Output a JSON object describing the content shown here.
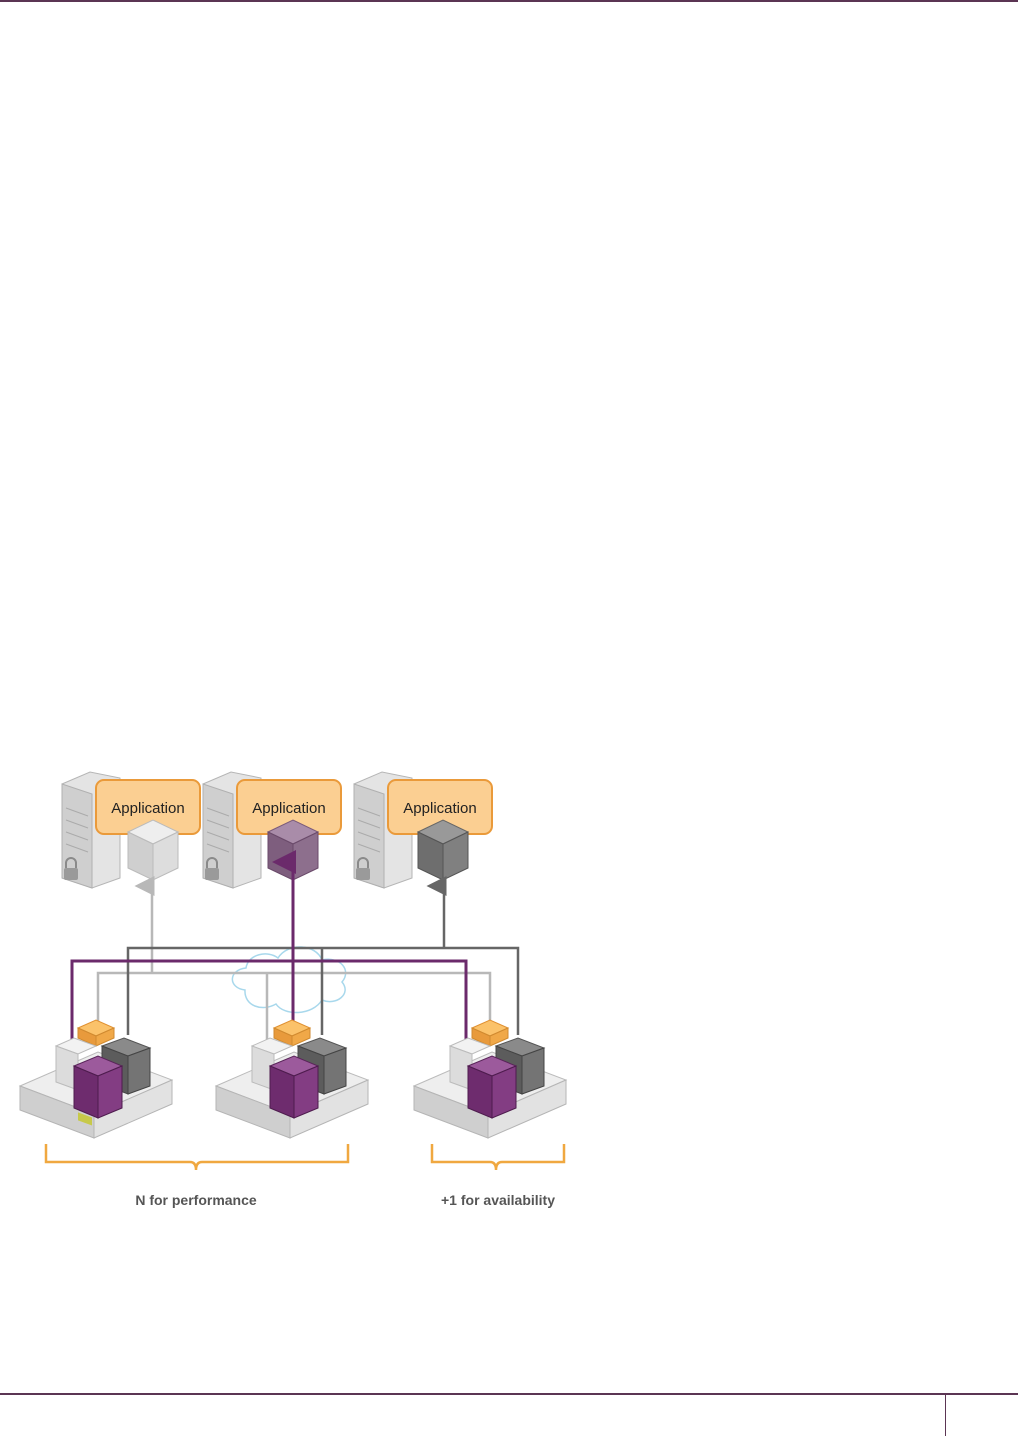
{
  "page": {
    "page_number": ""
  },
  "figure": {
    "applications": [
      {
        "label": "Application",
        "color": "#d8d8d8"
      },
      {
        "label": "Application",
        "color": "#8d6f8d"
      },
      {
        "label": "Application",
        "color": "#7a7a7a"
      }
    ],
    "groups": [
      {
        "label": "N for performance"
      },
      {
        "label": "+1 for availability"
      }
    ],
    "colors": {
      "accent_orange": "#f0a040",
      "link_purple": "#6b2a6b",
      "link_dark": "#666666",
      "link_light": "#b8b8b8",
      "rule": "#5b3553"
    }
  }
}
